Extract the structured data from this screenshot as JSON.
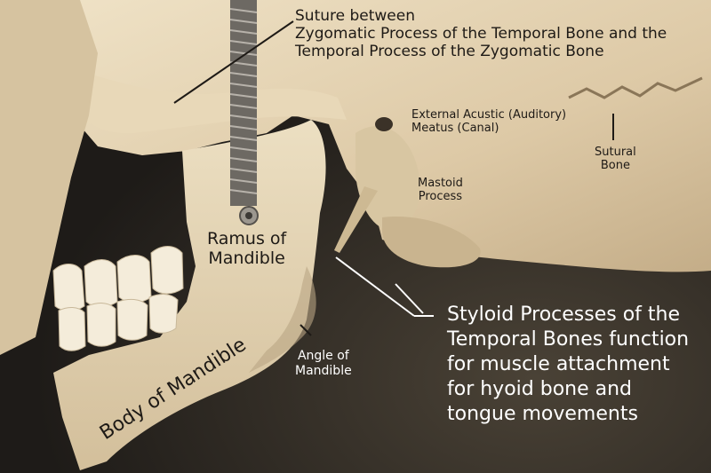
{
  "labels": {
    "suture": [
      "Suture between",
      "Zygomatic Process of the Temporal Bone and the",
      "Temporal Process of the Zygomatic Bone"
    ],
    "meatus": [
      "External Acustic (Auditory)",
      "Meatus (Canal)"
    ],
    "sutural_bone": [
      "Sutural",
      "Bone"
    ],
    "mastoid": [
      "Mastoid",
      "Process"
    ],
    "ramus": [
      "Ramus of",
      "Mandible"
    ],
    "styloid": [
      "Styloid Processes of the",
      "Temporal Bones function",
      "for muscle attachment",
      "for hyoid bone and",
      "tongue movements"
    ],
    "angle": [
      "Angle of",
      "Mandible"
    ],
    "body": "Body of Mandible"
  },
  "colors": {
    "bone": "#e3d3b4",
    "bone_shadow": "#b9a583",
    "background": "#2a2622",
    "dark_text": "#1e1a16",
    "light_text": "#ffffff",
    "spring": "#8a8680"
  }
}
